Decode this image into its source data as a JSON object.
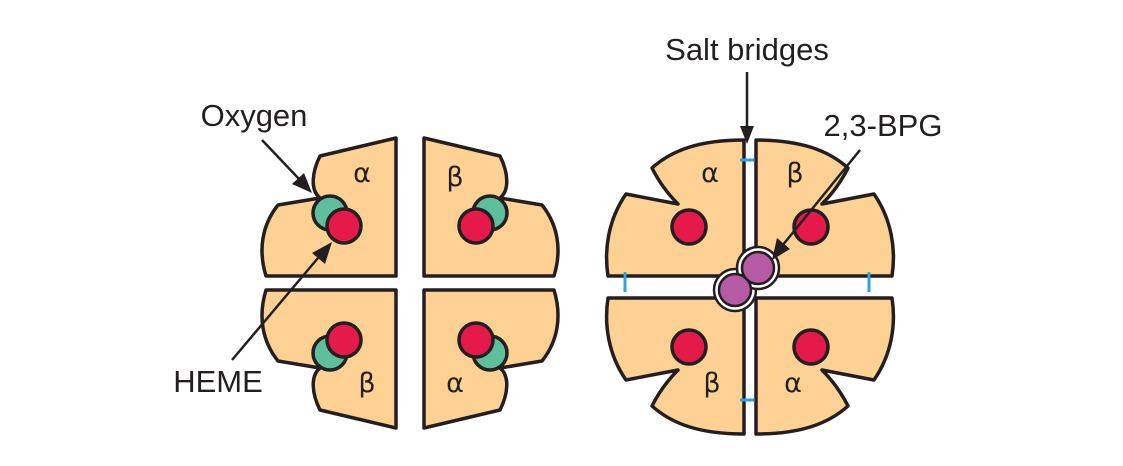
{
  "labels": {
    "oxygen": "Oxygen",
    "heme": "HEME",
    "salt_bridges": "Salt bridges",
    "bpg": "2,3-BPG"
  },
  "subunits": {
    "left": {
      "top_left": "α",
      "top_right": "β",
      "bottom_left": "β",
      "bottom_right": "α"
    },
    "right": {
      "top_left": "α",
      "top_right": "β",
      "bottom_left": "β",
      "bottom_right": "α"
    }
  },
  "colors": {
    "subunit_fill": "#fdd193",
    "heme": "#e5194a",
    "oxygen": "#5ebf9c",
    "bpg": "#b65aa5",
    "salt_bridge": "#2ba6de",
    "outline": "#231f20"
  }
}
